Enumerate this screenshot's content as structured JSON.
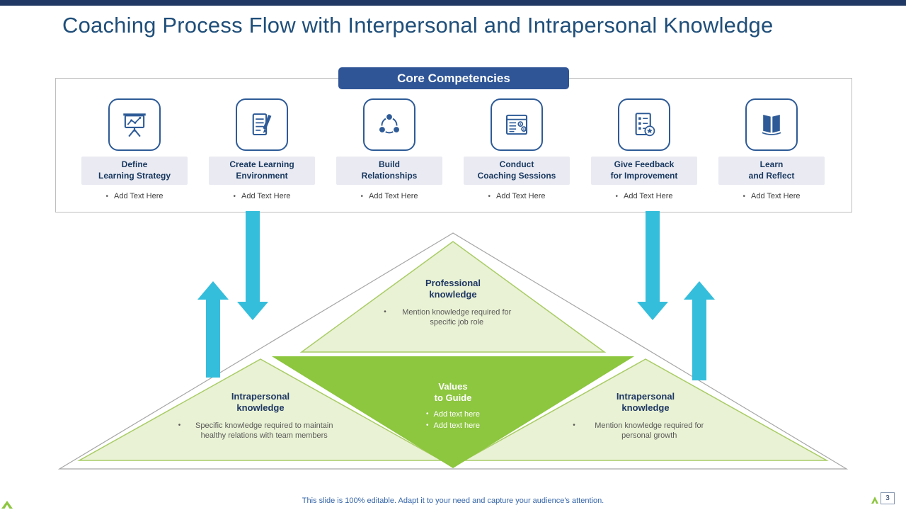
{
  "title": "Coaching Process Flow with Interpersonal and Intrapersonal Knowledge",
  "core": {
    "header": "Core Competencies",
    "items": [
      {
        "label": "Define\nLearning Strategy",
        "bullet": "Add Text Here",
        "icon": "presentation-chart-icon"
      },
      {
        "label": "Create Learning\nEnvironment",
        "bullet": "Add Text Here",
        "icon": "checklist-pencil-icon"
      },
      {
        "label": "Build\nRelationships",
        "bullet": "Add Text Here",
        "icon": "network-circles-icon"
      },
      {
        "label": "Conduct\nCoaching Sessions",
        "bullet": "Add Text Here",
        "icon": "coaching-report-icon"
      },
      {
        "label": "Give Feedback\nfor Improvement",
        "bullet": "Add Text Here",
        "icon": "feedback-checklist-icon"
      },
      {
        "label": "Learn\nand Reflect",
        "bullet": "Add Text Here",
        "icon": "open-book-icon"
      }
    ]
  },
  "pyramid": {
    "professional": {
      "title": "Professional\nknowledge",
      "bullet": "Mention knowledge required for specific job role"
    },
    "values": {
      "title": "Values\nto Guide",
      "bullets": [
        "Add text here",
        "Add text here"
      ]
    },
    "left": {
      "title": "Intrapersonal\nknowledge",
      "bullet": "Specific knowledge required to maintain healthy relations with team members"
    },
    "right": {
      "title": "Intrapersonal\nknowledge",
      "bullet": "Mention knowledge required for personal growth"
    }
  },
  "footer": {
    "note": "This slide is 100% editable. Adapt it to your need and capture your audience's attention.",
    "page": "3"
  },
  "colors": {
    "top_bar_navy": "#203864",
    "title_blue": "#1F4E79",
    "icon_blue": "#2E5B97",
    "header_blue": "#2F5597",
    "arrow_cyan": "#35BEDC",
    "bright_green": "#8DC63F",
    "light_green": "#E9F2D4",
    "green_border": "#A9CC66",
    "label_bg": "#E9EAF2",
    "gray_text": "#595959",
    "white": "#FFFFFF"
  }
}
